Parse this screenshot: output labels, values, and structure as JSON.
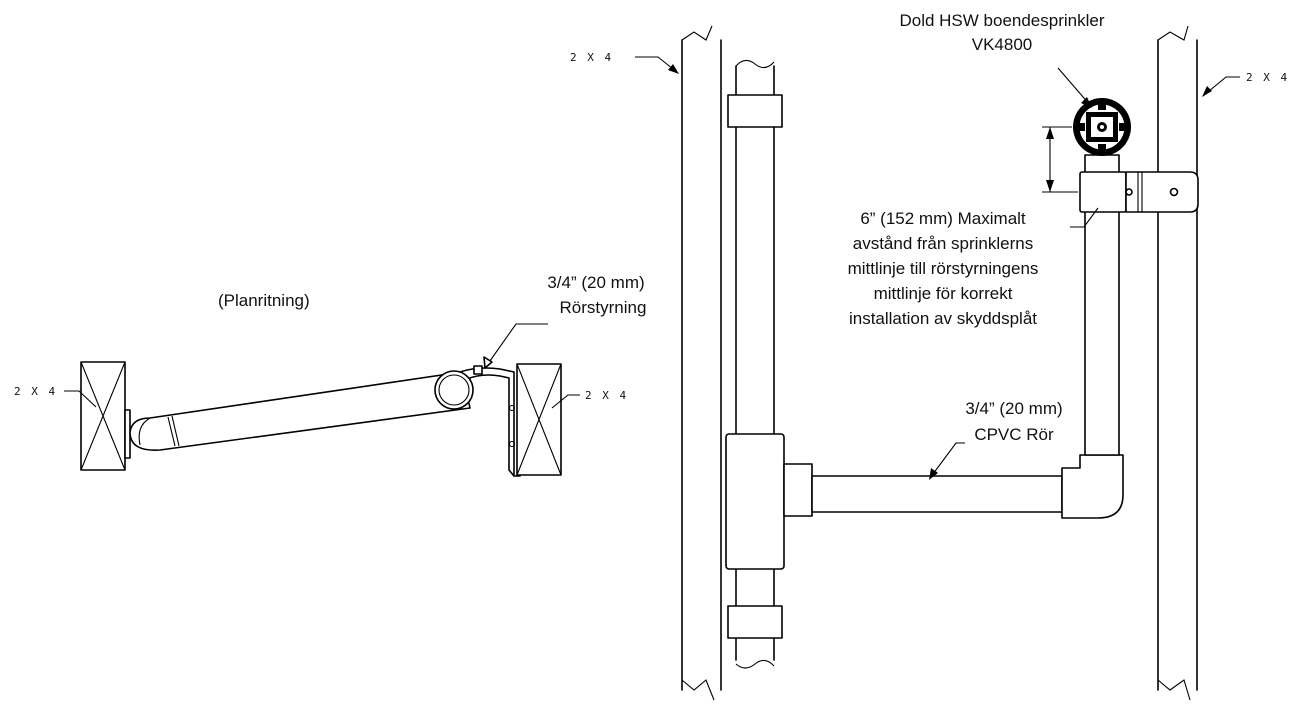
{
  "labels": {
    "plan_view": "(Planritning)",
    "lumber_plan_left": "2 X 4",
    "lumber_plan_right": "2 X 4",
    "lumber_elev_left": "2 X 4",
    "lumber_elev_right": "2 X 4",
    "pipe_guide_size": "3/4” (20 mm)",
    "pipe_guide_name": "Rörstyrning",
    "sprinkler_line1": "Dold HSW boendesprinkler",
    "sprinkler_line2": "VK4800",
    "note_line1": "6” (152 mm)  Maximalt",
    "note_line2": "avstånd från sprinklerns",
    "note_line3": "mittlinje till rörstyrningens",
    "note_line4": "mittlinje för korrekt",
    "note_line5": "installation av skyddsplåt",
    "pipe_size": "3/4” (20 mm)",
    "pipe_name": "CPVC Rör"
  }
}
